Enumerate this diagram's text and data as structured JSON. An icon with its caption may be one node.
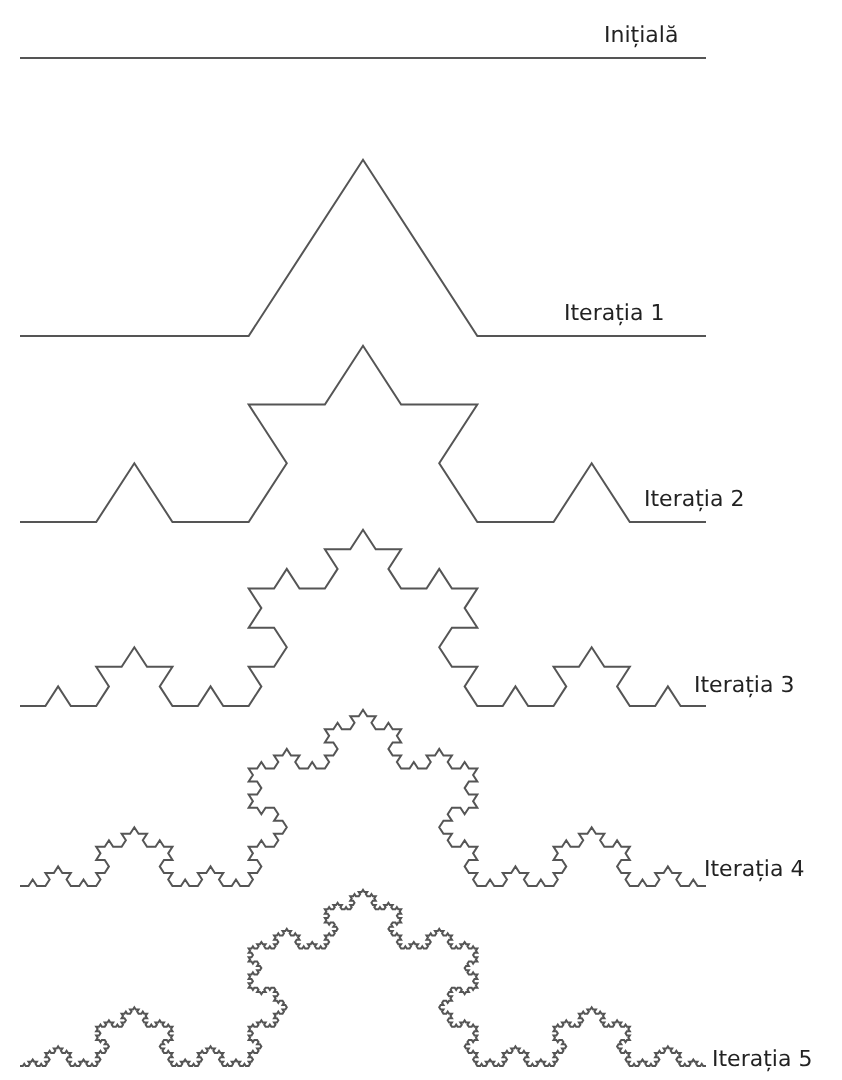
{
  "diagram": {
    "labels": [
      "Inițială",
      "Iterația 1",
      "Iterația 2",
      "Iterația 3",
      "Iterația 4",
      "Iterația 5"
    ]
  }
}
